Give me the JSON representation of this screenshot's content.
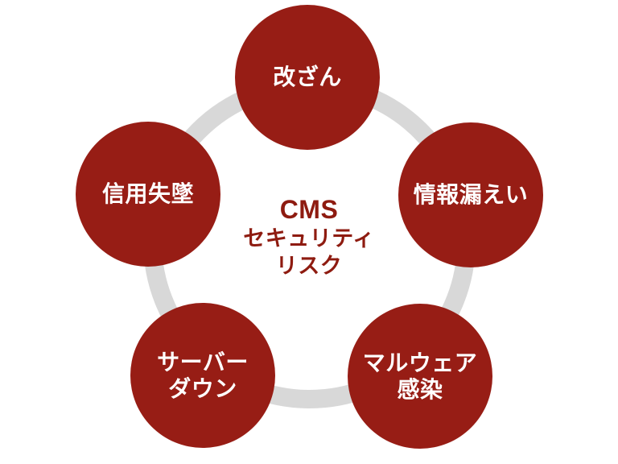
{
  "title": {
    "lines": [
      "CMS",
      "セキュリティ",
      "リスク"
    ]
  },
  "nodes": [
    {
      "id": "tampering",
      "position": "top",
      "lines": [
        "改ざん"
      ]
    },
    {
      "id": "information-leak",
      "position": "upper-right",
      "lines": [
        "情報漏えい"
      ]
    },
    {
      "id": "malware-infection",
      "position": "lower-right",
      "lines": [
        "マルウェア",
        "感染"
      ]
    },
    {
      "id": "server-down",
      "position": "lower-left",
      "lines": [
        "サーバー",
        "ダウン"
      ]
    },
    {
      "id": "credibility-loss",
      "position": "upper-left",
      "lines": [
        "信用失墜"
      ]
    }
  ],
  "colors": {
    "node_fill": "#971d15",
    "node_text": "#ffffff",
    "title_text": "#8e1b10",
    "ring": "#d8d8d8",
    "background": "#ffffff"
  }
}
